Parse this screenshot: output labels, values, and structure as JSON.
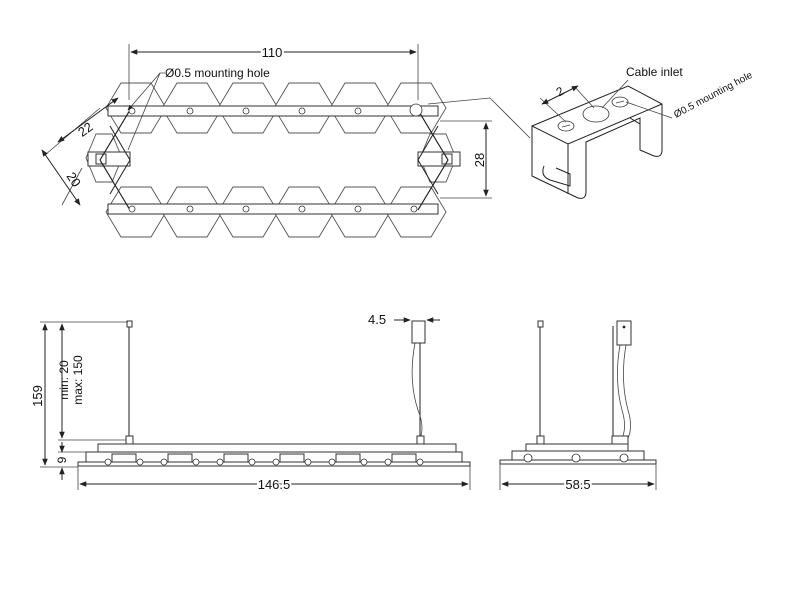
{
  "labels": {
    "length_top": "110",
    "mounting_hole": "Ø0.5 mounting hole",
    "dim_22": "22",
    "dim_20": "20",
    "dim_28": "28",
    "cable_inlet": "Cable inlet",
    "bracket_hole_label": "Ø0.5 mounting hole",
    "bracket_dim": "2",
    "dim_4_5": "4.5",
    "height_total": "159",
    "height_range_min": "min: 20",
    "height_range_max": "max: 150",
    "dim_9": "9",
    "length_front": "146.5",
    "width_side": "58.5"
  }
}
